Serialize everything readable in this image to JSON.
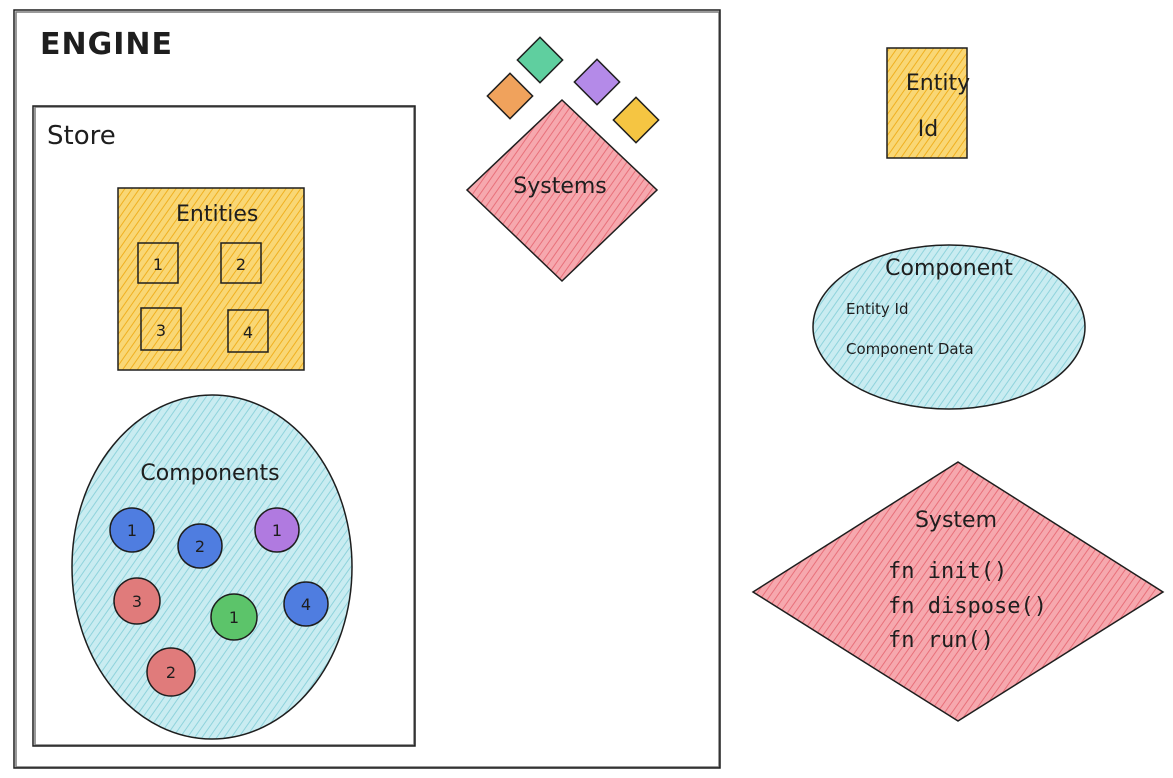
{
  "engine": {
    "title": "ENGINE"
  },
  "store": {
    "title": "Store"
  },
  "entities": {
    "title": "Entities",
    "boxes": [
      "1",
      "2",
      "3",
      "4"
    ]
  },
  "components": {
    "title": "Components",
    "circles": [
      {
        "label": "1",
        "color": "#4f7de0"
      },
      {
        "label": "2",
        "color": "#4f7de0"
      },
      {
        "label": "1",
        "color": "#b07ae0"
      },
      {
        "label": "3",
        "color": "#e07b7b"
      },
      {
        "label": "1",
        "color": "#5cc46a"
      },
      {
        "label": "4",
        "color": "#4f7de0"
      },
      {
        "label": "2",
        "color": "#e07b7b"
      }
    ]
  },
  "systems": {
    "title": "Systems",
    "mini_colors": [
      "#5fcf9f",
      "#f0a25c",
      "#b48ae8",
      "#f5c542"
    ]
  },
  "legend": {
    "entity": {
      "title": "Entity",
      "sub": "Id"
    },
    "component": {
      "title": "Component",
      "lines": [
        "Entity Id",
        "Component Data"
      ]
    },
    "system": {
      "title": "System",
      "methods": [
        "fn init()",
        "fn dispose()",
        "fn run()"
      ]
    }
  },
  "colors": {
    "entity_fill": "#f7c23c",
    "component_fill": "#a8dfe6",
    "system_fill": "#f07a84",
    "outline": "#1e1e1e"
  }
}
